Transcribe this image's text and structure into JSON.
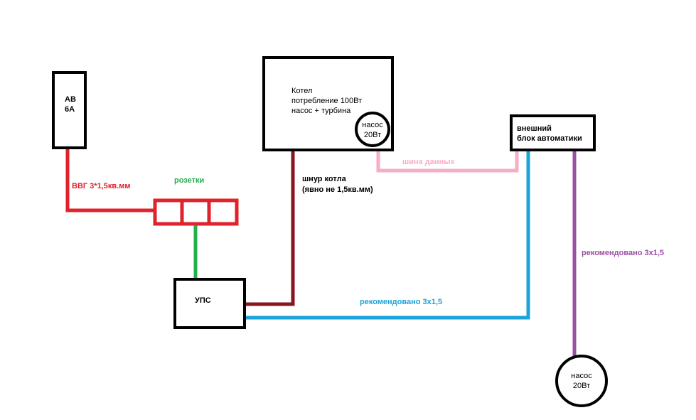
{
  "breaker": {
    "line1": "АВ",
    "line2": "6А"
  },
  "boiler": {
    "line1": "Котел",
    "line2": "потребление 100Вт",
    "line3": "насос + турбина",
    "pump_line1": "насос",
    "pump_line2": "20Вт"
  },
  "automation_unit": {
    "line1": "внешний",
    "line2": "блок автоматики"
  },
  "ups": {
    "label": "УПС"
  },
  "external_pump": {
    "line1": "насос",
    "line2": "20Вт"
  },
  "labels": {
    "breaker_cable": "ВВГ 3*1,5кв.мм",
    "sockets": "розетки",
    "boiler_cord_line1": "шнур котла",
    "boiler_cord_line2": "(явно не 1,5кв.мм)",
    "data_bus": "шина данных",
    "ups_to_automation": "рекомендовано 3х1,5",
    "automation_to_pump": "рекомендовано 3х1,5"
  },
  "colors": {
    "red": "#e0222a",
    "green": "#22b04c",
    "dark_red": "#881520",
    "pink": "#f6aec8",
    "blue": "#1aa3dc",
    "purple": "#9b4ea4",
    "black": "#000000"
  }
}
